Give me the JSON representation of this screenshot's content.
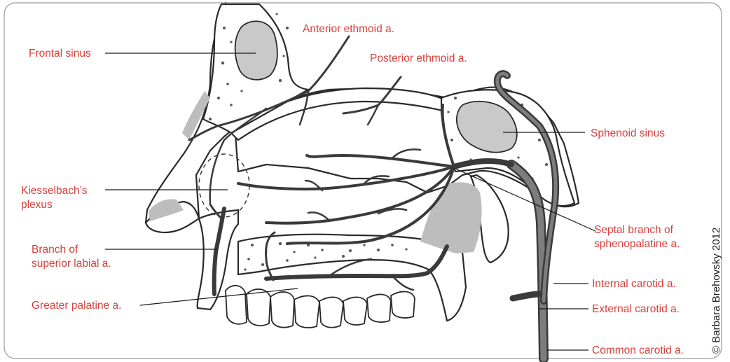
{
  "labels": {
    "frontal_sinus": "Frontal sinus",
    "anterior_ethmoid": "Anterior ethmoid a.",
    "posterior_ethmoid": "Posterior ethmoid a.",
    "sphenoid_sinus": "Sphenoid sinus",
    "kiesselbach_line1": "Kiesselbach’s",
    "kiesselbach_line2": "plexus",
    "septal_line1": "Septal branch of",
    "septal_line2": "sphenopalatine a.",
    "labial_line1": "Branch of",
    "labial_line2": "superior labial a.",
    "greater_palatine": "Greater palatine a.",
    "internal_carotid": "Internal carotid a.",
    "external_carotid": "External carotid a.",
    "common_carotid": "Common carotid a."
  },
  "credit": "© Barbara Brehovsky 2012",
  "colors": {
    "label": "#d63f3a",
    "artery": "#3a3a3a",
    "sinus_fill": "#c9c9c9",
    "frame": "#9a9a9a"
  }
}
